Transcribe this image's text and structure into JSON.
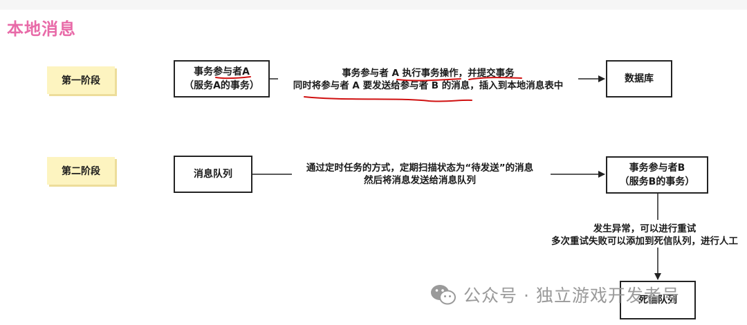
{
  "title": "本地消息",
  "stage1": {
    "label": "第一阶段",
    "participant_a_line1": "事务参与者A",
    "participant_a_line2": "（服务A的事务）",
    "edge_line1": "事务参与者 A 执行事务操作，并提交事务",
    "edge_line2": "同时将参与者 A 要发送给参与者 B 的消息，插入到本地消息表中",
    "database": "数据库"
  },
  "stage2": {
    "label": "第二阶段",
    "queue": "消息队列",
    "edge_line1": "通过定时任务的方式，定期扫描状态为“待发送”的消息",
    "edge_line2": "然后将消息发送给消息队列",
    "participant_b_line1": "事务参与者B",
    "participant_b_line2": "（服务B的事务）",
    "retry_line1": "发生异常，可以进行重试",
    "retry_line2": "多次重试失败可以添加到死信队列，进行人工",
    "dead_letter": "死信队列"
  },
  "annotation_color": "#d01010",
  "watermark": "公众号 · 独立游戏开发者号"
}
